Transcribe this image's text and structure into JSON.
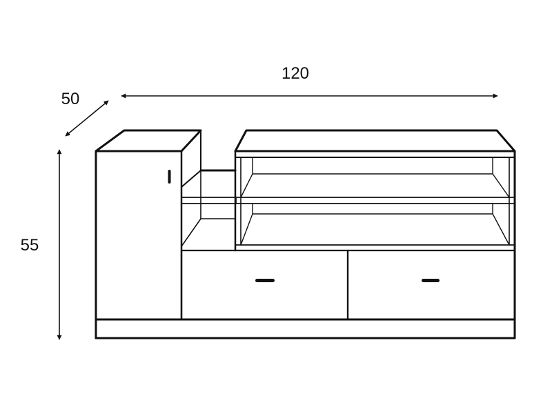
{
  "diagram": {
    "line_color": "#111111",
    "background_color": "#ffffff",
    "dimensions": {
      "width": "120",
      "depth": "50",
      "height": "55"
    }
  }
}
